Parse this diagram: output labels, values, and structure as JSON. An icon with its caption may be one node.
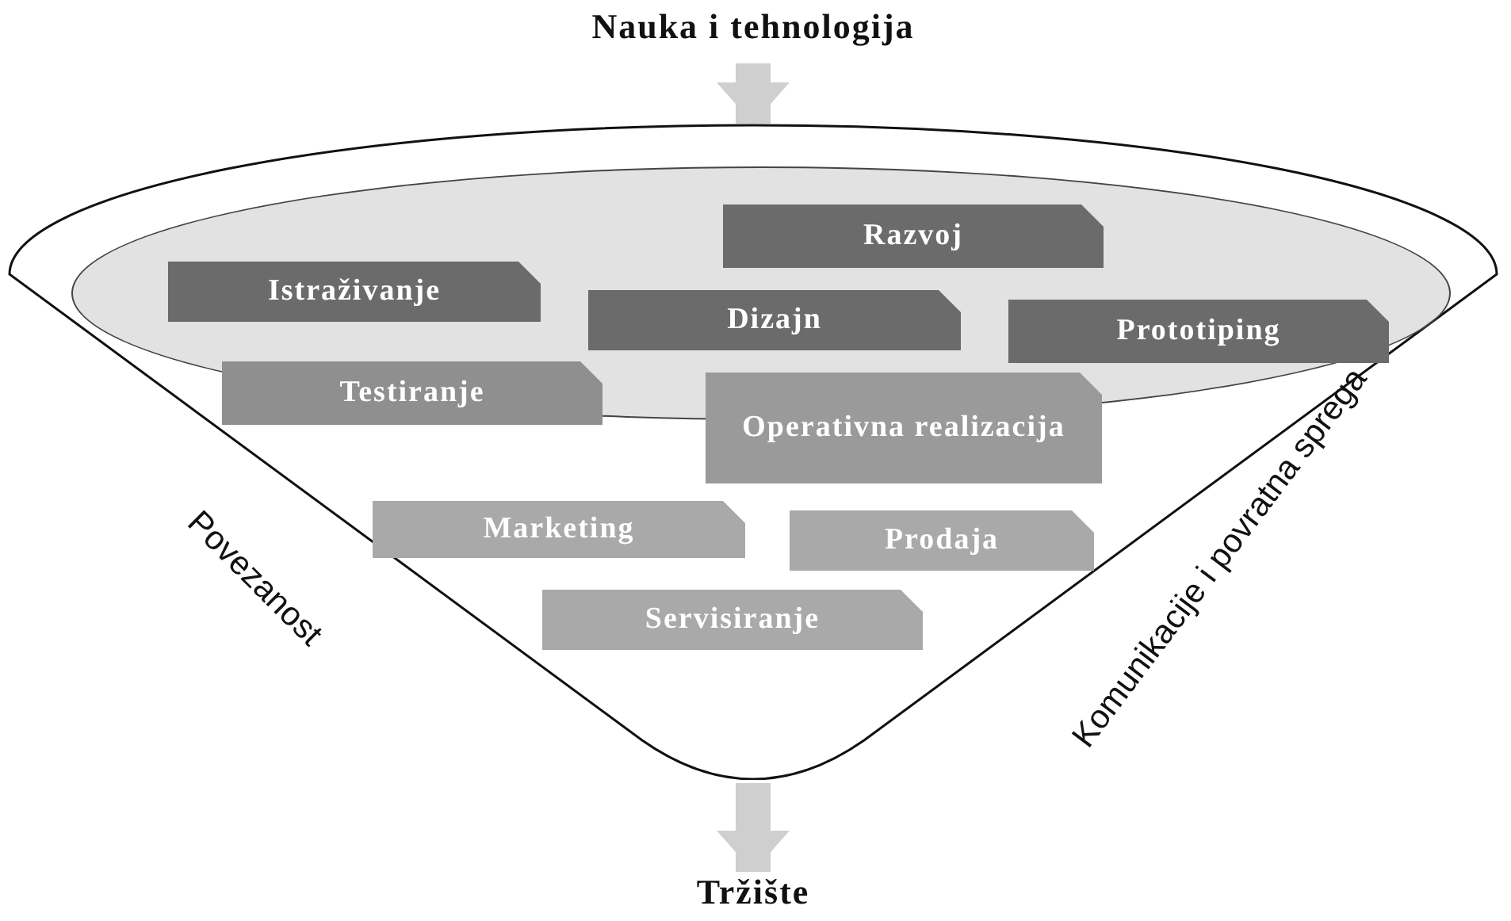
{
  "diagram": {
    "nodes": [
      {
        "text": [
          "Nauka i tehnologija"
        ]
      },
      {
        "text": [],
        "shape": "funnel"
      },
      {
        "text": [],
        "shape": "ellipse",
        "in": 1
      },
      {
        "text": [
          "Razvoj"
        ],
        "in": 2
      },
      {
        "text": [
          "Istraživanje"
        ],
        "in": 2
      },
      {
        "text": [
          "Dizajn"
        ],
        "in": 2
      },
      {
        "text": [
          "Prototiping"
        ],
        "in": 2
      },
      {
        "text": [
          "Testiranje"
        ],
        "in": 1
      },
      {
        "text": [
          "Operativna realizacija"
        ],
        "in": 1
      },
      {
        "text": [
          "Marketing"
        ],
        "in": 1
      },
      {
        "text": [
          "Prodaja"
        ],
        "in": 1
      },
      {
        "text": [
          "Servisiranje"
        ],
        "in": 1
      },
      {
        "text": [
          "Tržište"
        ]
      }
    ],
    "edges": [
      {
        "from": 0,
        "to": 1,
        "arrow": "to"
      },
      {
        "from": 1,
        "to": 12,
        "arrow": "to"
      }
    ],
    "labels": [
      "Povezanost",
      "Komunikacije i povratna sprega"
    ]
  }
}
